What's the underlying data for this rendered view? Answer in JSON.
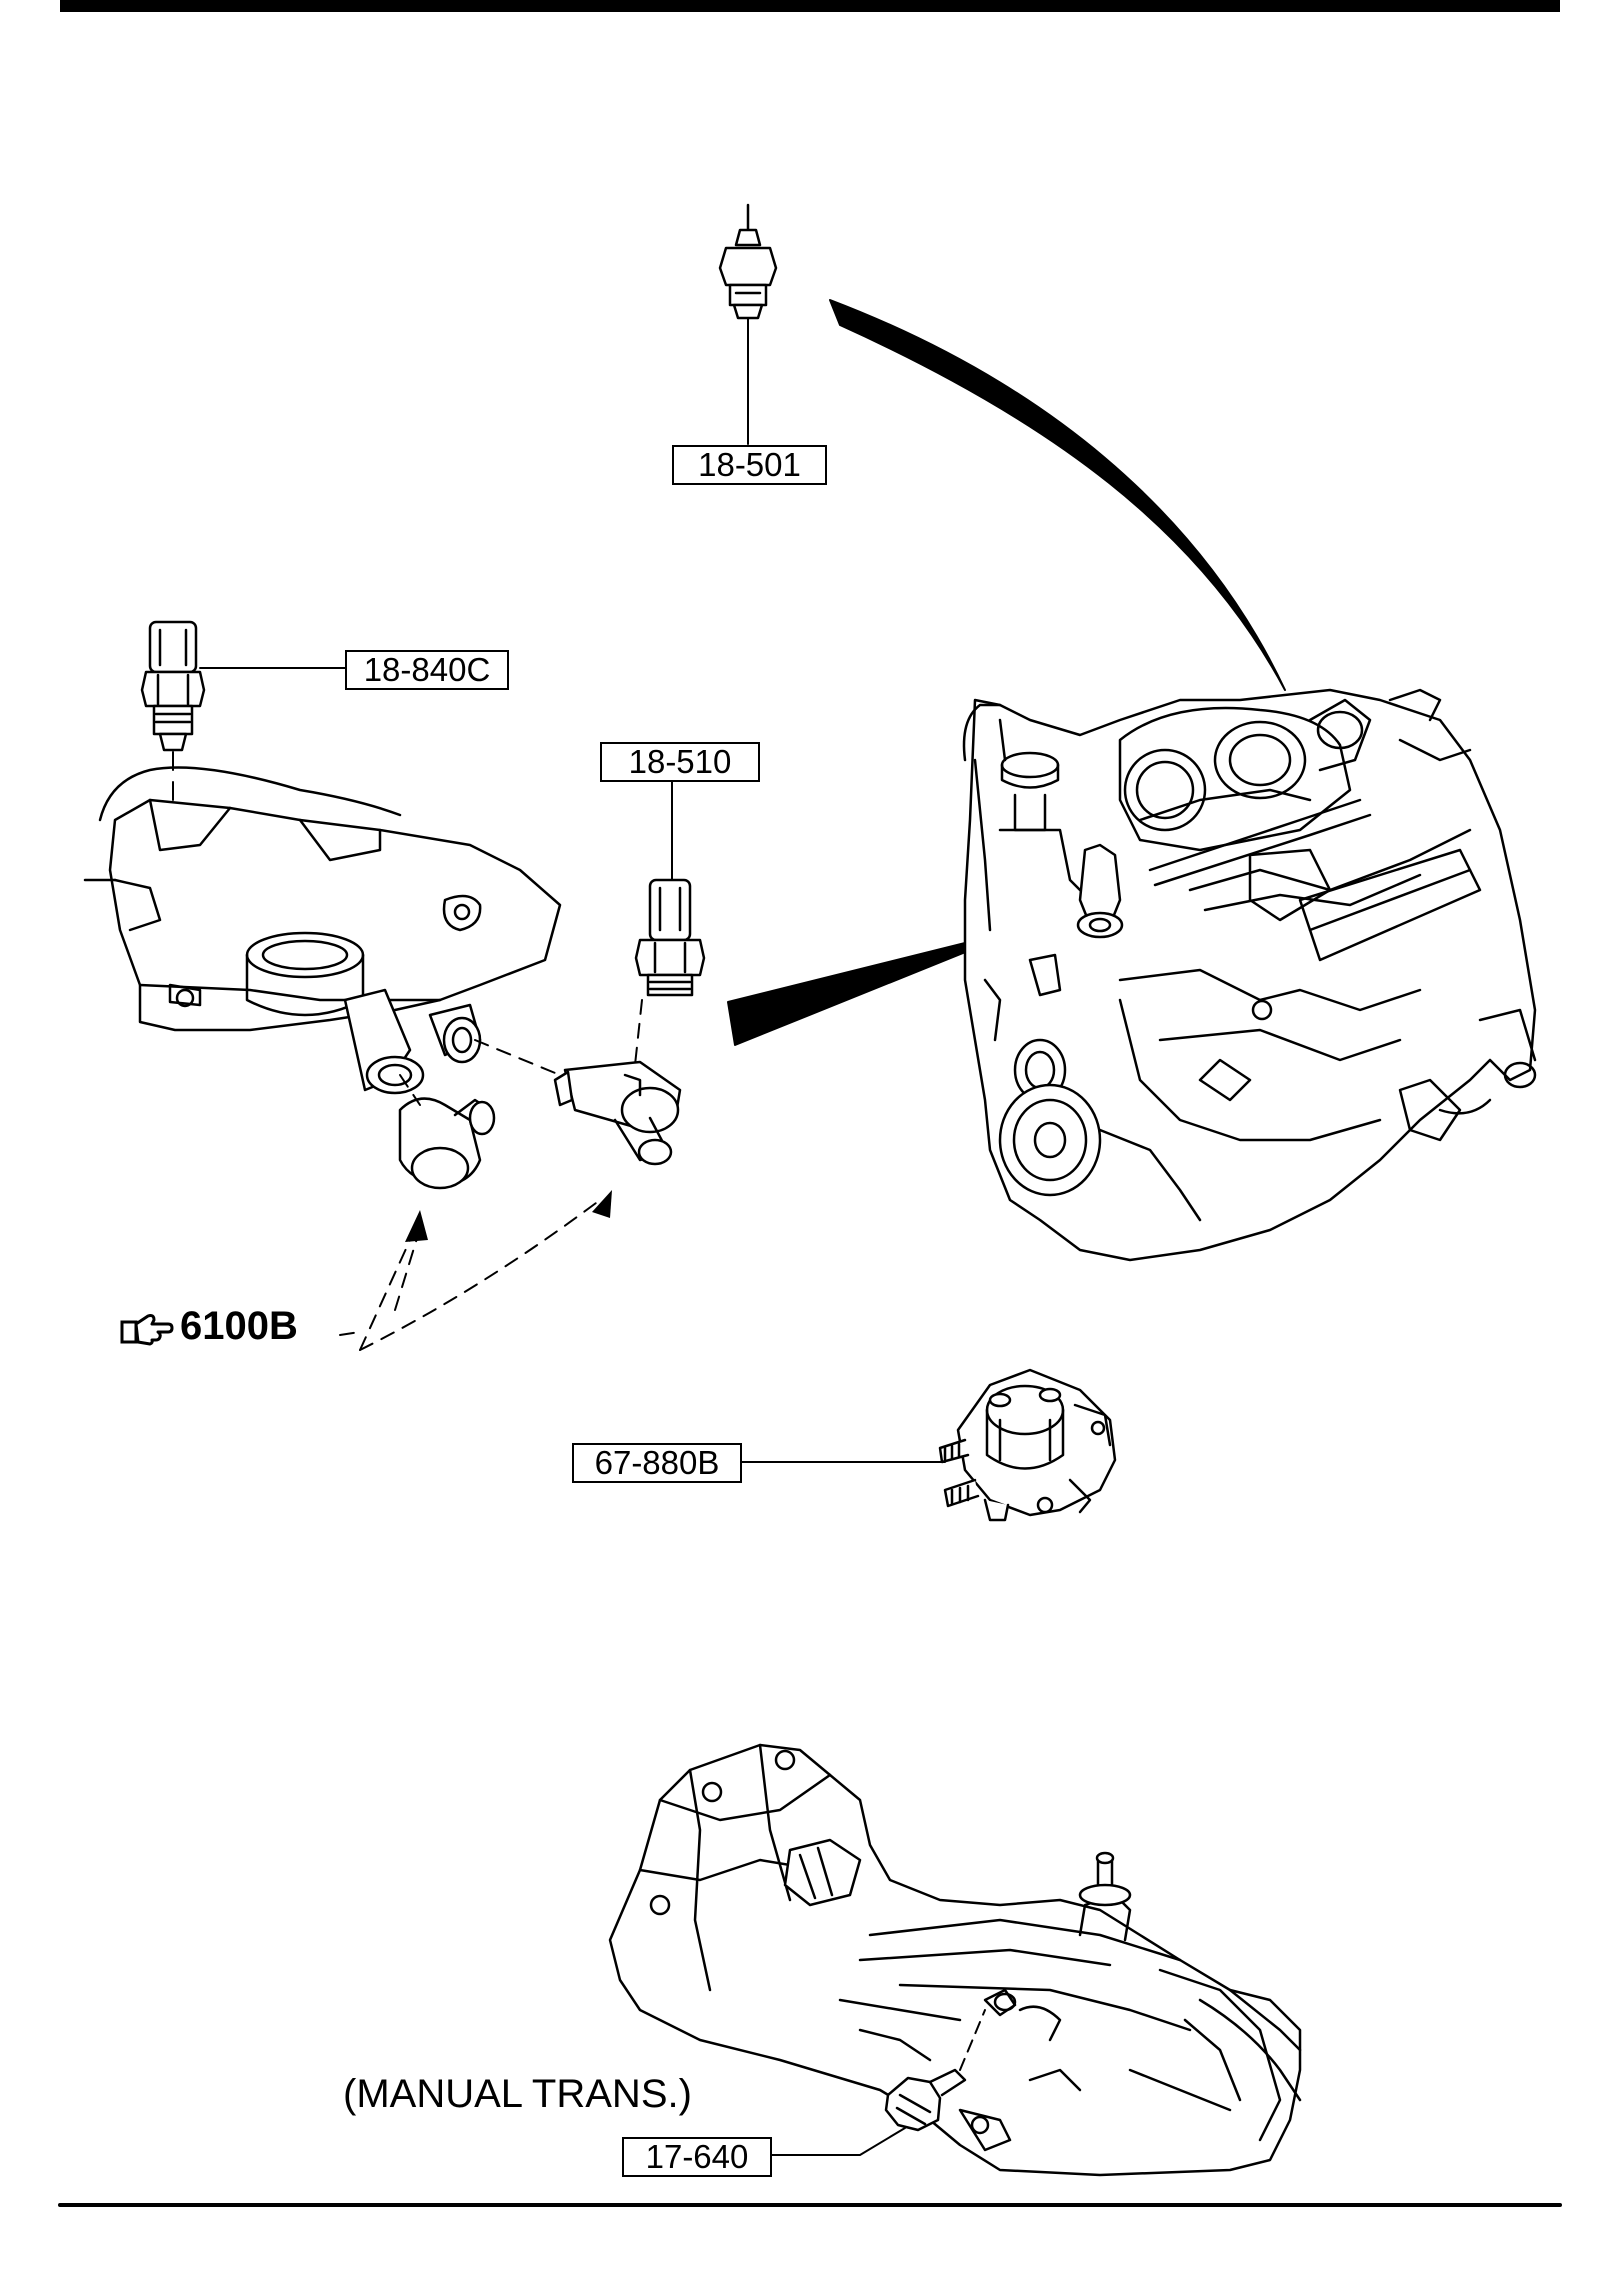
{
  "callouts": {
    "oil_pressure_switch": "18-501",
    "coolant_temp_sensor": "18-840C",
    "thermo_switch": "18-510",
    "starter_relay": "67-880B",
    "backup_lamp_switch": "17-640"
  },
  "reference": "6100B",
  "note": "(MANUAL TRANS.)",
  "icons": {
    "reference": "pointing-hand-icon"
  }
}
